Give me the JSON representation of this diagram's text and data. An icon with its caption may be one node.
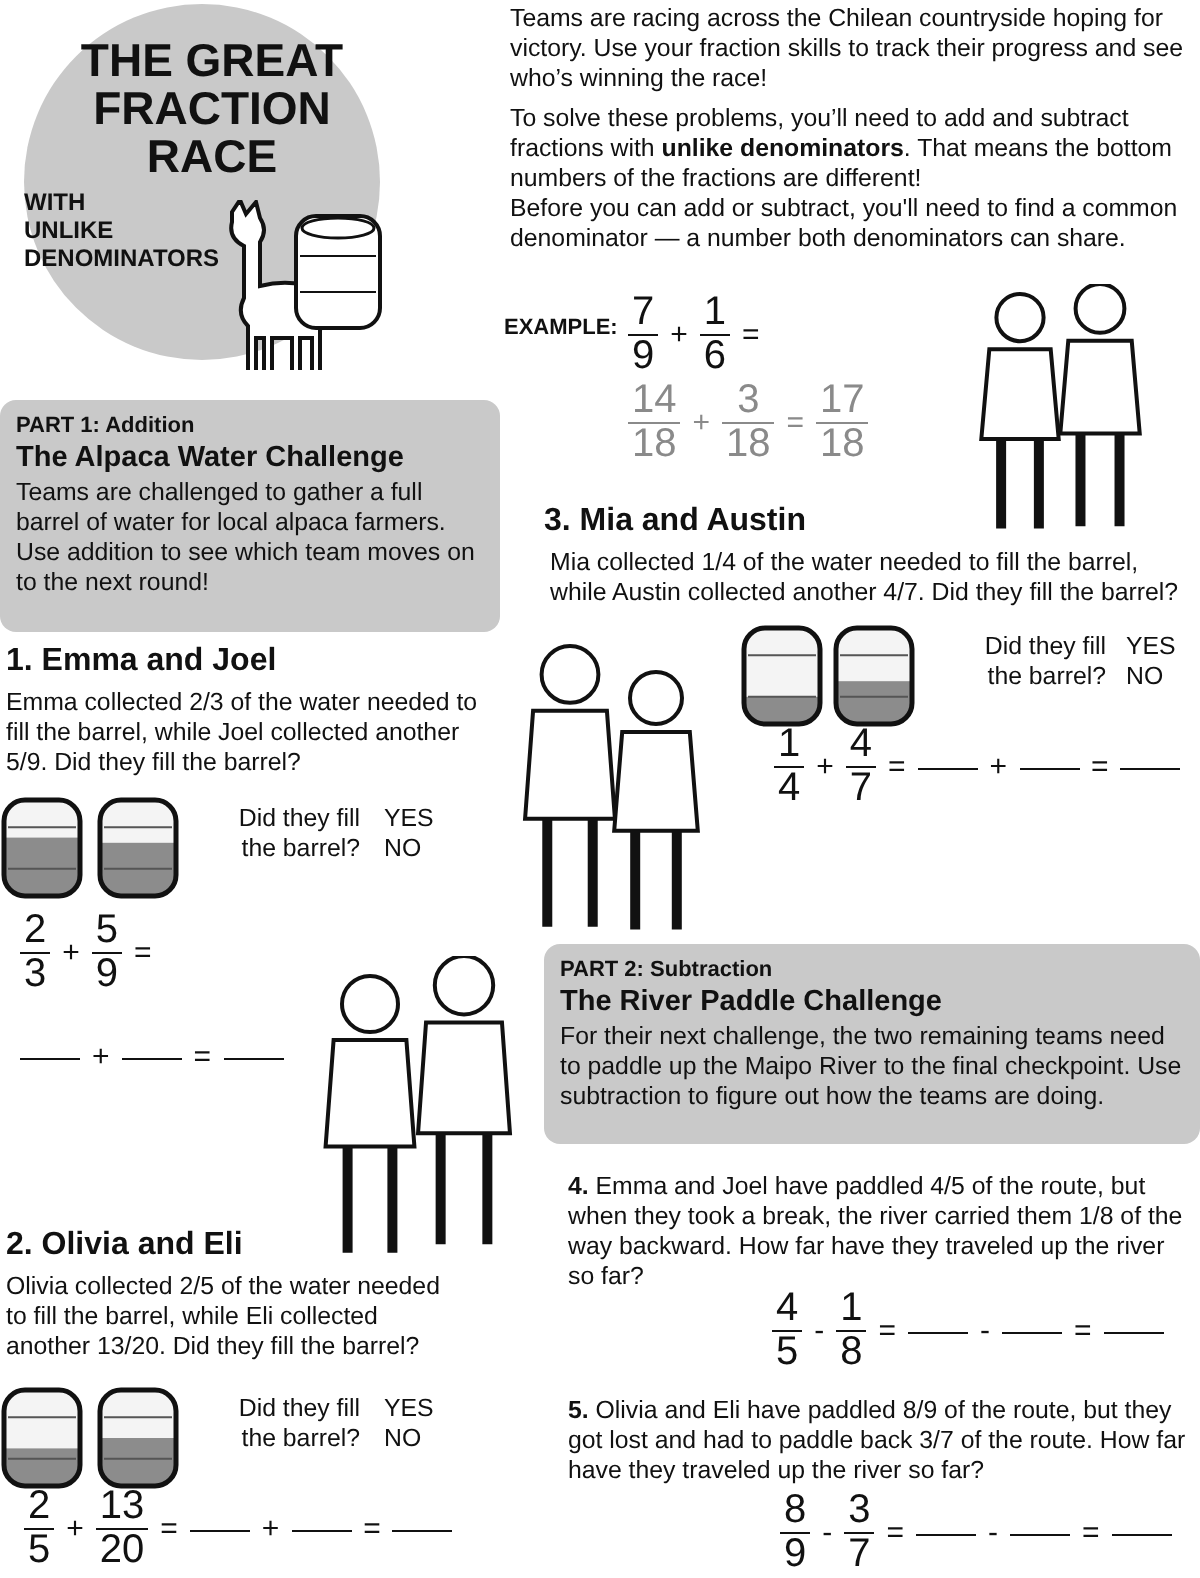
{
  "diagram": {
    "nodes": [
      {
        "text": [
          "THE GREAT FRACTION RACE",
          "WITH UNLIKE DENOMINATORS"
        ]
      },
      {
        "text": [
          "PART 1: Addition",
          "The Alpaca Water Challenge",
          "Teams are challenged to gather a full barrel of water for local alpaca farmers. Use addition to see which team moves on to the next round!"
        ]
      },
      {
        "text": [
          "PART 2: Subtraction",
          "The River Paddle Challenge",
          "For their next challenge, the two remaining teams need to paddle up the Maipo River to the final checkpoint. Use subtraction to figure out how the teams are doing."
        ]
      }
    ],
    "labels": [
      "Teams are racing across the Chilean countryside hoping for victory. Use your fraction skills to track their progress and see who’s winning the race!",
      "To solve these problems, you’ll need to add and subtract fractions with **unlike denominators**. That means the bottom numbers of the fractions are different!",
      "Before you can add or subtract, you'll need to find a common denominator — a number both denominators can share.",
      "EXAMPLE:",
      "7",
      "9",
      "+",
      "1",
      "6",
      "=",
      "14",
      "18",
      "+",
      "3",
      "18",
      "=",
      "17",
      "18",
      "3. Mia and Austin",
      "Mia collected 1/4 of the water needed to fill the barrel, while Austin collected another 4/7. Did they fill the barrel?",
      "Did they fill the barrel?",
      "YES",
      "NO",
      "1",
      "4",
      "+",
      "4",
      "7",
      "=",
      "+",
      "=",
      "1. Emma and Joel",
      "Emma collected 2/3 of the water needed to fill the barrel, while Joel collected another 5/9. Did they fill the barrel?",
      "Did they fill the barrel?",
      "YES",
      "NO",
      "2",
      "3",
      "+",
      "5",
      "9",
      "=",
      "+",
      "=",
      "**4.** Emma and Joel have paddled 4/5 of the route, but when they took a break, the river carried them 1/8 of the way backward. How far have they traveled up the river so far?",
      "4",
      "5",
      "-",
      "1",
      "8",
      "=",
      "-",
      "=",
      "2. Olivia and Eli",
      "Olivia collected 2/5 of the water needed to fill the barrel, while Eli collected another 13/20. Did they fill the barrel?",
      "Did they fill the barrel?",
      "YES",
      "NO",
      "2",
      "5",
      "+",
      "13",
      "20",
      "=",
      "+",
      "=",
      "**5.** Olivia and Eli have paddled 8/9 of the route, but they got lost and had to paddle back 3/7 of the route. How far have they traveled up the river so far?",
      "8",
      "9",
      "-",
      "3",
      "7",
      "=",
      "-",
      "="
    ]
  }
}
